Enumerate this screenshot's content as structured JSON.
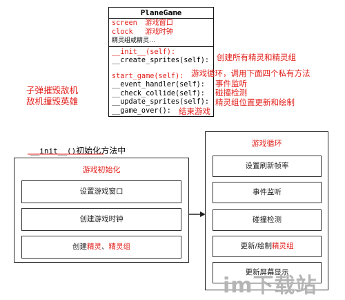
{
  "uml": {
    "class_name": "PlaneGame",
    "attributes": [
      {
        "name": "screen",
        "desc": "游戏窗口"
      },
      {
        "name": "clock",
        "desc": "游戏时钟"
      },
      {
        "name": "精灵组或精灵…",
        "desc": ""
      }
    ],
    "methods": [
      {
        "sig": "__init__(self):",
        "desc": ""
      },
      {
        "sig": "__create_sprites(self):",
        "desc": "创建所有精灵和精灵组"
      },
      {
        "sig": "start_game(self):",
        "desc": "游戏循环，调用下面四个私有方法"
      },
      {
        "sig": "__event_handler(self):",
        "desc": "事件监听"
      },
      {
        "sig": "__check_collide(self):",
        "desc": "碰撞检测"
      },
      {
        "sig": "__update_sprites(self):",
        "desc": "精灵组位置更新和绘制"
      },
      {
        "sig": "__game_over():",
        "desc": "结束游戏"
      }
    ]
  },
  "collide_note": {
    "line1": "子弹摧毁敌机",
    "line2": "敌机撞毁英雄"
  },
  "init_flow": {
    "caption_code": "__init__()",
    "caption_text": "初始化方法中",
    "title": "游戏初始化",
    "steps": [
      {
        "text": "设置游戏窗口"
      },
      {
        "text": "创建游戏时钟"
      },
      {
        "prefix": "创建",
        "highlight1": "精灵",
        "mid": "、",
        "highlight2": "精灵组",
        "suffix": ""
      }
    ]
  },
  "loop_flow": {
    "title": "游戏循环",
    "steps": [
      {
        "text": "设置刷新帧率",
        "highlight": false
      },
      {
        "text": "事件监听",
        "highlight": true
      },
      {
        "text": "碰撞检测",
        "highlight": true
      },
      {
        "prefix": "更新/绘制",
        "highlight_text": "精灵组"
      },
      {
        "text": "更新屏幕显示",
        "highlight": false
      }
    ]
  },
  "watermark": "im下载站",
  "colors": {
    "accent_red": "#e2211c",
    "border": "#222222",
    "watermark": "#b5b5b5"
  }
}
